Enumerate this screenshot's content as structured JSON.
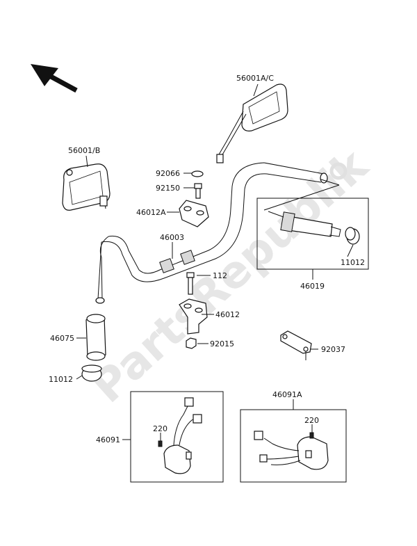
{
  "watermark": {
    "text": "PartsRepublik"
  },
  "labels": {
    "mirror_right": "56001A/C",
    "mirror_left": "56001/B",
    "p92066": "92066",
    "p92150": "92150",
    "p46012a": "46012A",
    "p46003": "46003",
    "p112": "112",
    "p46012": "46012",
    "p92015": "92015",
    "p46075": "46075",
    "p11012_left": "11012",
    "p11012_box": "11012",
    "p46019": "46019",
    "p92037": "92037",
    "p46091": "46091",
    "p220_left": "220",
    "p46091a": "46091A",
    "p220_right": "220"
  },
  "colors": {
    "line": "#111111",
    "watermark": "#e6e6e6"
  }
}
